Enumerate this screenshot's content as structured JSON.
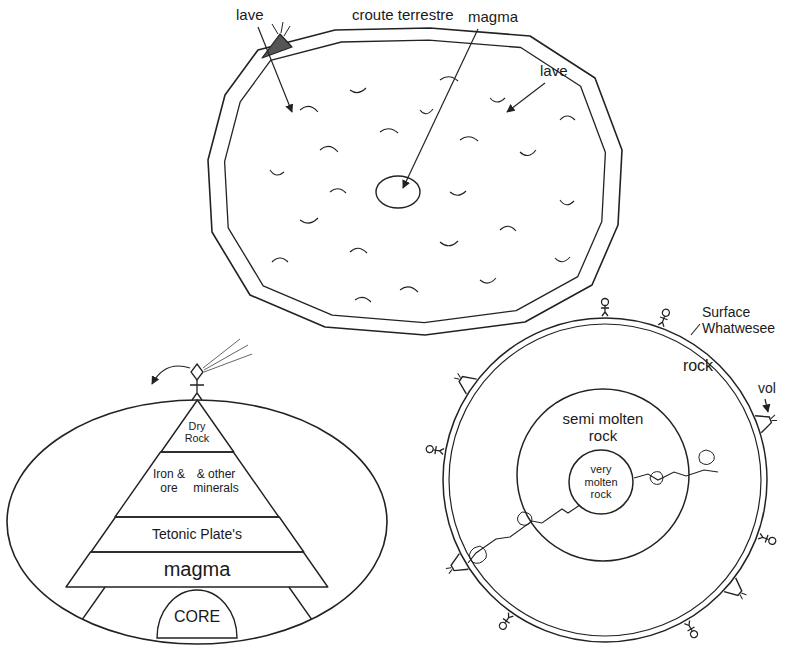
{
  "diagram": {
    "nodes": [
      {
        "text": [
          "Dry Rock"
        ]
      },
      {
        "text": [
          "Iron & ore",
          "& other minerals"
        ]
      },
      {
        "text": [
          "Tetonic Plate's"
        ]
      },
      {
        "text": [
          "magma"
        ]
      },
      {
        "text": [
          "CORE"
        ]
      },
      {
        "text": [
          "rock"
        ]
      },
      {
        "text": [
          "semi molten rock"
        ],
        "in": 5
      },
      {
        "text": [
          "very molten rock"
        ],
        "in": 6
      }
    ],
    "labels": [
      "lave",
      "croute terrestre",
      "magma",
      "lave",
      "Surface Whatwesee",
      "vol"
    ]
  }
}
